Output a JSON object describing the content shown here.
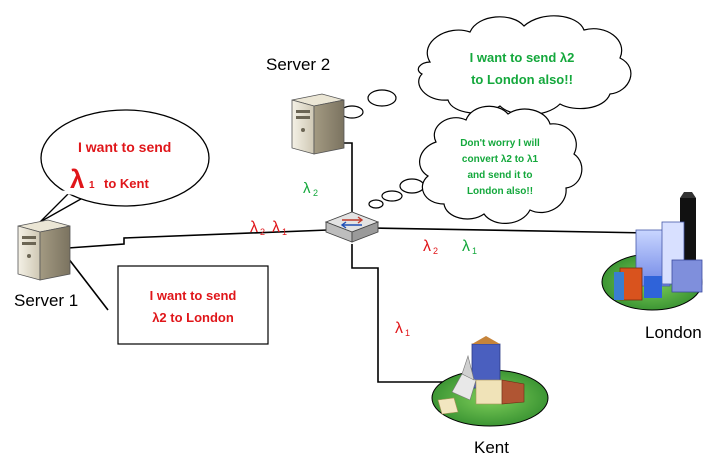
{
  "nodes": {
    "server1": {
      "label": "Server 1",
      "icon": "server-icon"
    },
    "server2": {
      "label": "Server 2",
      "icon": "server-icon"
    },
    "switch": {
      "icon": "switch-icon"
    },
    "london": {
      "label": "London",
      "icon": "city-icon"
    },
    "kent": {
      "label": "Kent",
      "icon": "town-icon"
    }
  },
  "callouts": {
    "server1_speech": {
      "line1": "I want to send",
      "lambda": "λ",
      "sub": "1",
      "line2_rest": "to Kent"
    },
    "server1_box": {
      "line1": "I want to send",
      "line2": "λ2 to London"
    },
    "server2_thought": {
      "line1": "I want to send λ2",
      "line2": "to London also!!"
    },
    "switch_thought": {
      "line1": "Don't worry I will",
      "line2": "convert λ2 to λ1",
      "line3": "and send it to",
      "line4": "London also!!"
    }
  },
  "link_labels": {
    "server2_link": {
      "lambda": "λ",
      "sub": "2"
    },
    "server1_link_a": {
      "lambda": "λ",
      "sub": "2"
    },
    "server1_link_b": {
      "lambda": "λ",
      "sub": "1"
    },
    "london_link_a": {
      "lambda": "λ",
      "sub": "2"
    },
    "london_link_b": {
      "lambda": "λ",
      "sub": "1"
    },
    "kent_link": {
      "lambda": "λ",
      "sub": "1"
    }
  },
  "colors": {
    "red": "#e0161a",
    "green": "#14a83c",
    "line": "#000000"
  }
}
